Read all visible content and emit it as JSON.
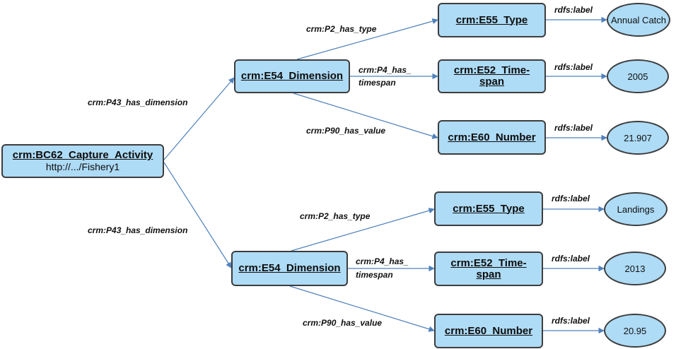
{
  "nodes": {
    "root": {
      "title": "crm:BC62_Capture_Activity",
      "subtitle": "http://.../Fishery1"
    },
    "dim1": "crm:E54_Dimension",
    "dim2": "crm:E54_Dimension",
    "type1": "crm:E55_Type",
    "time1_a": "crm:E52_Time-",
    "time1_b": "span",
    "num1": "crm:E60_Number",
    "type2": "crm:E55_Type",
    "time2_a": "crm:E52_Time-",
    "time2_b": "span",
    "num2": "crm:E60_Number"
  },
  "literals": {
    "lit1": "Annual Catch",
    "lit2": "2005",
    "lit3": "21.907",
    "lit4": "Landings",
    "lit5": "2013",
    "lit6": "20.95"
  },
  "edges": {
    "has_dimension_1": "crm:P43_has_dimension",
    "has_dimension_2": "crm:P43_has_dimension",
    "has_type_1": "crm:P2_has_type",
    "has_timespan_1a": "crm:P4_has_",
    "has_timespan_1b": "timespan",
    "has_value_1": "crm:P90_has_value",
    "has_type_2": "crm:P2_has_type",
    "has_timespan_2a": "crm:P4_has_",
    "has_timespan_2b": "timespan",
    "has_value_2": "crm:P90_has_value",
    "rdfs_label": "rdfs:label"
  },
  "colors": {
    "node_fill": "#aedbf5",
    "border": "#3d3d3d",
    "edge": "#4f81bd"
  }
}
